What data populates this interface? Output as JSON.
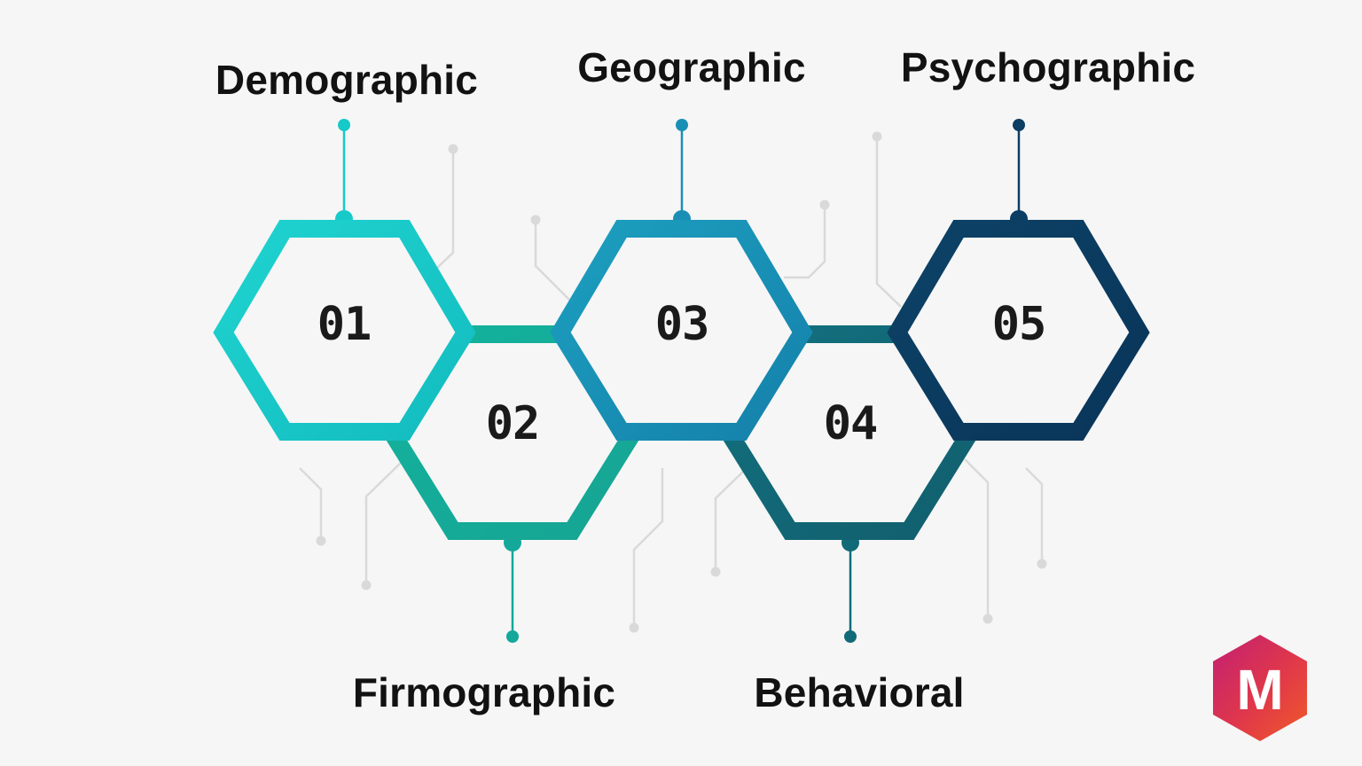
{
  "colors": {
    "background": "#f6f6f6",
    "circuit_line": "#d9d9d9",
    "segment_1": "#17c9c9",
    "segment_2": "#14a89a",
    "segment_3": "#1a8fb5",
    "segment_4": "#126a78",
    "segment_5": "#0c3d63"
  },
  "segments": [
    {
      "number": "01",
      "label": "Demographic"
    },
    {
      "number": "02",
      "label": "Firmographic"
    },
    {
      "number": "03",
      "label": "Geographic"
    },
    {
      "number": "04",
      "label": "Behavioral"
    },
    {
      "number": "05",
      "label": "Psychographic"
    }
  ],
  "logo": {
    "letter": "M",
    "icon": "hexagon-logo-icon"
  }
}
